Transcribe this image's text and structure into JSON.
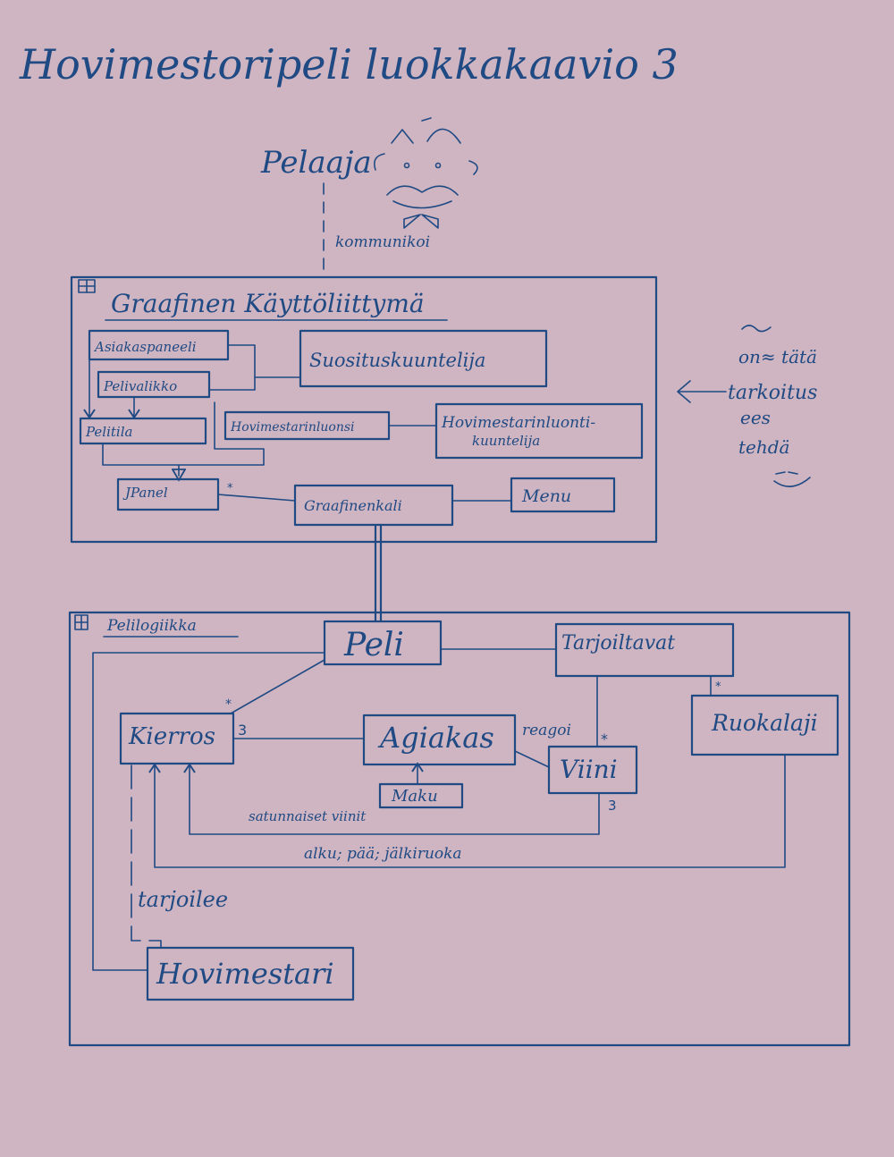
{
  "title": "Hovimestoripeli luokkakaavio 3",
  "actor": {
    "name": "Pelaaja",
    "relation": "kommunikoi"
  },
  "note": [
    "on≈ tätä",
    "tarkoitus",
    "ees",
    "tehdä"
  ],
  "gui": {
    "package": "Graafinen Käyttöliittymä",
    "classes": {
      "asiakaspaneeli": "Asiakaspaneeli",
      "suosituskuuntelija": "Suosituskuuntelija",
      "pelivalikko": "Pelivalikko",
      "pelitila": "Pelitila",
      "hovimestarinluonsi": "Hovimestarinluonsi",
      "hovimestarinkuuntelija": [
        "Hovimestarinluonti-",
        "kuuntelija"
      ],
      "jpanel": "JPanel",
      "graafinenkali": "Graafinenkali",
      "menu": "Menu"
    },
    "multiplicity_jpanel": "*"
  },
  "logic": {
    "package": "Pelilogiikka",
    "classes": {
      "peli": "Peli",
      "tarjoiltavat": "Tarjoiltavat",
      "kierros": "Kierros",
      "agiakas": "Agiakas",
      "maku": "Maku",
      "viini": "Viini",
      "ruokalaji": "Ruokalaji",
      "hovimestari": "Hovimestari"
    },
    "labels": {
      "reagoi": "reagoi",
      "satunnaiset_viinit": "satunnaiset viinit",
      "alkupaa_jalkiruoka": "alku; pää; jälkiruoka",
      "tarjoilee": "tarjoilee"
    },
    "multiplicities": {
      "kierros_star": "*",
      "kierros_three": "3",
      "viini_star": "*",
      "viini_three": "3",
      "ruokalaji_star": "*"
    }
  }
}
